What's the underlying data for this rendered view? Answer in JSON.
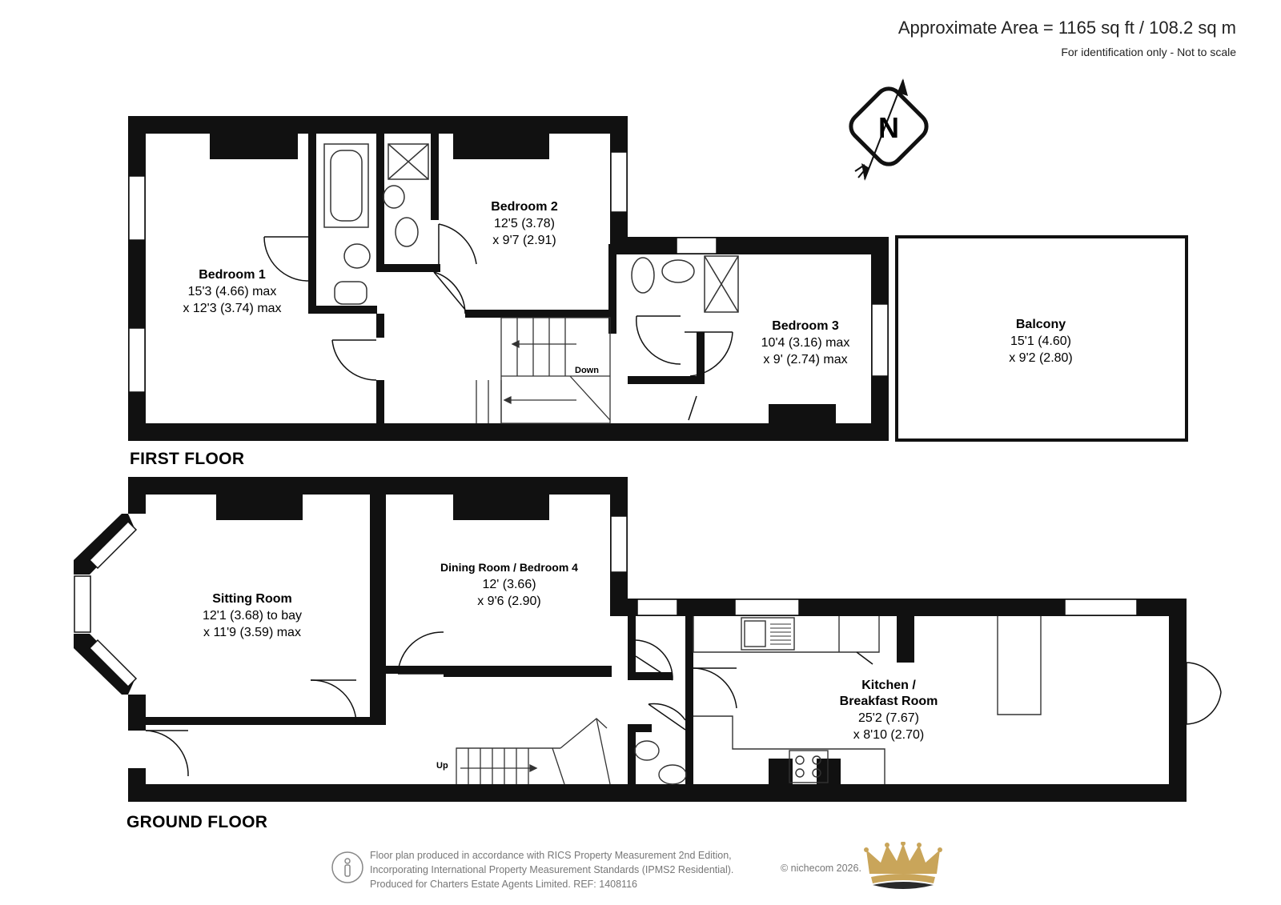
{
  "header": {
    "approximate_area": "Approximate Area = 1165 sq ft / 108.2 sq m",
    "disclaimer": "For identification only - Not to scale"
  },
  "compass": {
    "letter": "N",
    "icon": "north-arrow-icon"
  },
  "first_floor": {
    "label": "FIRST FLOOR",
    "rooms": {
      "bedroom1": {
        "name": "Bedroom 1",
        "dim1": "15'3 (4.66) max",
        "dim2": "x 12'3 (3.74) max"
      },
      "bedroom2": {
        "name": "Bedroom 2",
        "dim1": "12'5 (3.78)",
        "dim2": "x 9'7 (2.91)"
      },
      "bedroom3": {
        "name": "Bedroom 3",
        "dim1": "10'4 (3.16) max",
        "dim2": "x 9' (2.74) max"
      },
      "balcony": {
        "name": "Balcony",
        "dim1": "15'1 (4.60)",
        "dim2": "x 9'2 (2.80)"
      }
    },
    "stairs_label": "Down"
  },
  "ground_floor": {
    "label": "GROUND FLOOR",
    "rooms": {
      "sitting": {
        "name": "Sitting Room",
        "dim1": "12'1 (3.68) to bay",
        "dim2": "x 11'9 (3.59) max"
      },
      "dining": {
        "name": "Dining Room / Bedroom 4",
        "dim1": "12' (3.66)",
        "dim2": "x 9'6 (2.90)"
      },
      "kitchen": {
        "name1": "Kitchen /",
        "name2": "Breakfast Room",
        "dim1": "25'2 (7.67)",
        "dim2": "x 8'10 (2.70)"
      }
    },
    "stairs_label": "Up"
  },
  "footer": {
    "line1": "Floor plan produced in accordance with RICS Property Measurement 2nd Edition,",
    "line2": "Incorporating International Property Measurement Standards (IPMS2 Residential).",
    "line3": "Produced for Charters Estate Agents Limited.   REF: 1408116",
    "credit": "© nichecom 2026."
  },
  "colors": {
    "wall": "#111111",
    "fixture": "#333333",
    "crown_gold": "#c9a55a",
    "crown_dark": "#2a2a2a",
    "footer_text": "#777777"
  }
}
